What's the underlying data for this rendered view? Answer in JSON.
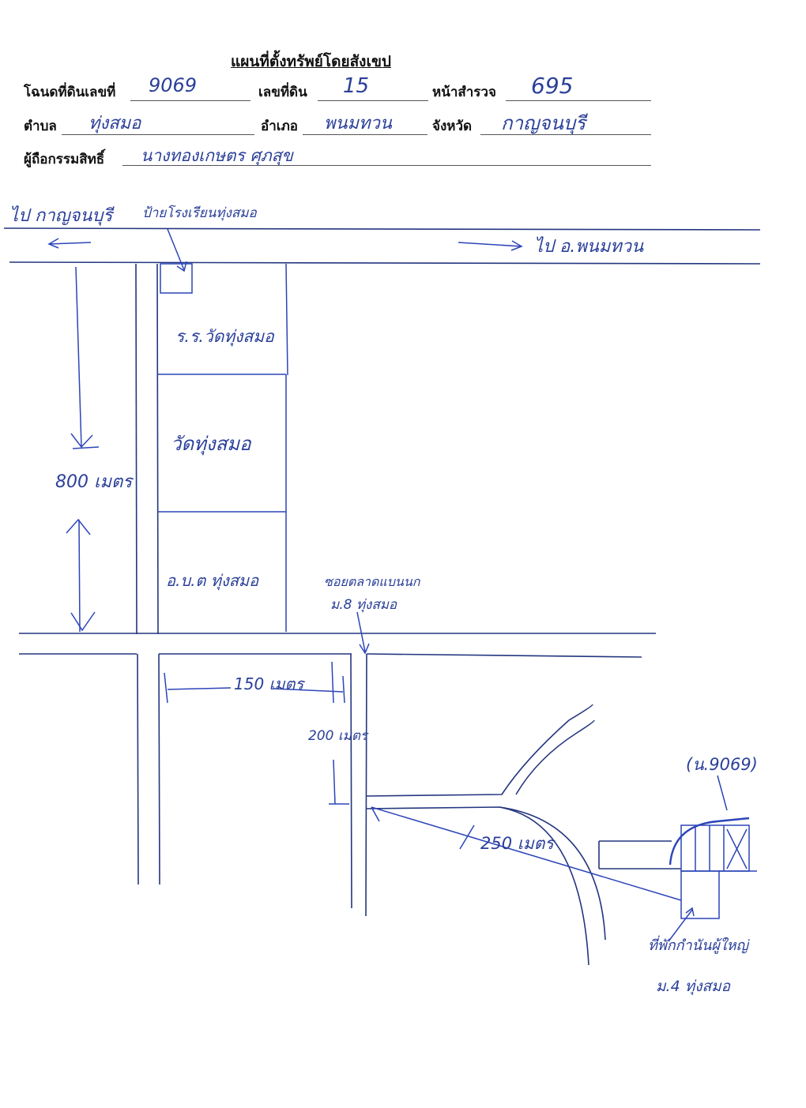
{
  "form": {
    "title": "แผนที่ตั้งทรัพย์โดยสังเขป",
    "deed_label": "โฉนดที่ดินเลขที่",
    "deed_value": "9069",
    "land_no_label": "เลขที่ดิน",
    "land_no_value": "15",
    "survey_label": "หน้าสำรวจ",
    "survey_value": "695",
    "subdistrict_label": "ตำบล",
    "subdistrict_value": "ทุ่งสมอ",
    "district_label": "อำเภอ",
    "district_value": "พนมทวน",
    "province_label": "จังหวัด",
    "province_value": "กาญจนบุรี",
    "owner_label": "ผู้ถือกรรมสิทธิ์",
    "owner_value": "นางทองเกษตร ศุภสุข"
  },
  "map": {
    "to_kanchanaburi": "ไป กาญจนบุรี",
    "school_sign": "ป้ายโรงเรียนทุ่งสมอ",
    "to_phanom_thuan": "ไป อ.พนมทวน",
    "school": "ร.ร.วัดทุ่งสมอ",
    "temple": "วัดทุ่งสมอ",
    "tambon_office": "อ.บ.ต ทุ่งสมอ",
    "distance_800": "800 เมตร",
    "village_junction_line1": "ซอยตลาดแบนนก",
    "village_junction_line2": "ม.8 ทุ่งสมอ",
    "distance_150": "150 เมตร",
    "distance_200": "200 เมตร",
    "distance_250": "250 เมตร",
    "parcel_label": "(น.9069)",
    "headman_house_line1": "ที่พักกำนันผู้ใหญ่",
    "headman_house_line2": "ม.4 ทุ่งสมอ"
  },
  "colors": {
    "ink_handwriting": "#2c45b8",
    "ink_print": "#111111"
  }
}
